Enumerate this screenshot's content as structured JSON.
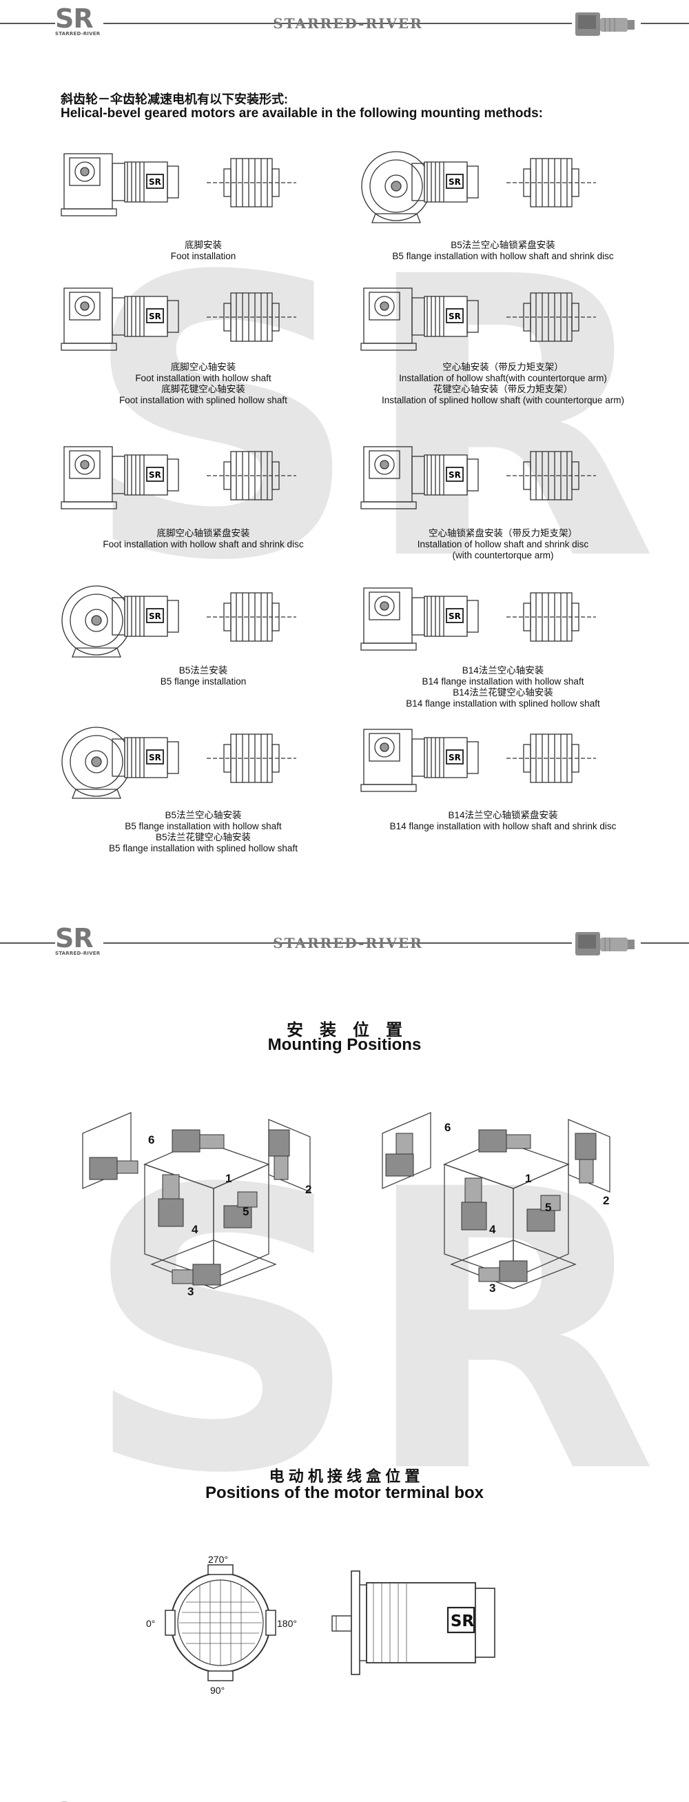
{
  "brand": {
    "name": "STARRED-RIVER",
    "logo_text": "SR",
    "logo_sub": "STARRED-RIVER",
    "watermark": "SR"
  },
  "page1": {
    "intro_cn": "斜齿轮－伞齿轮减速电机有以下安装形式:",
    "intro_en": "Helical-bevel geared motors are available in the following mounting methods:",
    "cells": [
      {
        "lines": [
          "底脚安装",
          "Foot installation"
        ]
      },
      {
        "lines": [
          "B5法兰空心轴锁紧盘安装",
          "B5 flange installation with hollow shaft and shrink disc"
        ]
      },
      {
        "lines": [
          "底脚空心轴安装",
          "Foot installation with hollow shaft",
          "底脚花键空心轴安装",
          "Foot installation with splined hollow shaft"
        ]
      },
      {
        "lines": [
          "空心轴安装（带反力矩支架）",
          "Installation of hollow shaft(with countertorque arm)",
          "花键空心轴安装（带反力矩支架）",
          "Installation of splined hollow shaft (with countertorque arm)"
        ]
      },
      {
        "lines": [
          "底脚空心轴锁紧盘安装",
          "Foot installation with hollow shaft and shrink disc"
        ]
      },
      {
        "lines": [
          "空心轴锁紧盘安装（带反力矩支架）",
          "Installation of hollow shaft and shrink disc",
          "(with countertorque arm)"
        ]
      },
      {
        "lines": [
          "B5法兰安装",
          "B5 flange installation"
        ]
      },
      {
        "lines": [
          "B14法兰空心轴安装",
          "B14 flange installation with hollow shaft",
          "B14法兰花键空心轴安装",
          "B14 flange installation with splined hollow shaft"
        ]
      },
      {
        "lines": [
          "B5法兰空心轴安装",
          "B5 flange installation with hollow shaft",
          "B5法兰花键空心轴安装",
          "B5 flange installation with splined hollow shaft"
        ]
      },
      {
        "lines": [
          "B14法兰空心轴锁紧盘安装",
          "B14 flange installation with hollow shaft and shrink disc"
        ]
      }
    ]
  },
  "page2": {
    "title_cn": "安　装　位　置",
    "title_en": "Mounting Positions",
    "position_numbers": [
      "1",
      "2",
      "3",
      "4",
      "5",
      "6"
    ],
    "terminal_title_cn": "电 动 机 接 线 盒 位 置",
    "terminal_title_en": "Positions of the motor terminal box",
    "angles": {
      "top": "270°",
      "bottom": "90°",
      "left": "0°",
      "right": "180°"
    },
    "motor_badge": "SR"
  },
  "colors": {
    "line": "#555555",
    "drawing": "#333333",
    "watermark": "#e6e6e6",
    "metal": "#9a9a9a",
    "brand_gray": "#777777"
  }
}
